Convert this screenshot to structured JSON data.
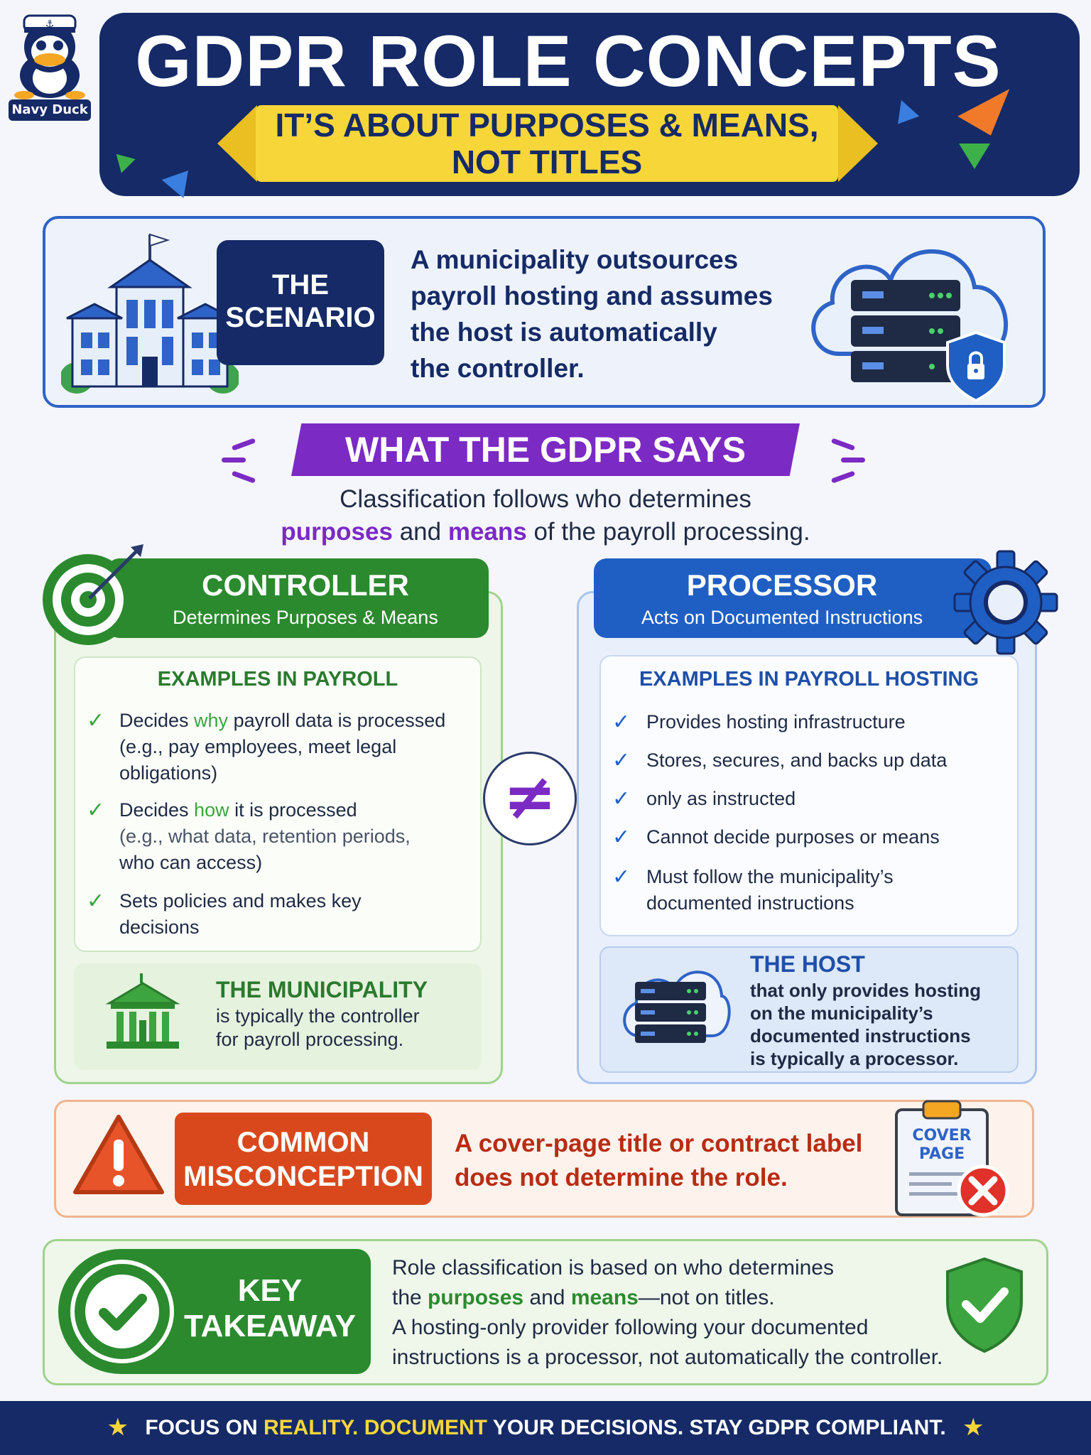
{
  "mascot": {
    "caption": "Navy Duck"
  },
  "header": {
    "title": "GDPR ROLE CONCEPTS",
    "subtitle_line1": "IT’S ABOUT PURPOSES & MEANS,",
    "subtitle_line2": "NOT TITLES"
  },
  "scenario": {
    "label_line1": "THE",
    "label_line2": "SCENARIO",
    "text_lines": [
      "A municipality outsources",
      "payroll hosting and assumes",
      "the host is automatically",
      "the controller."
    ]
  },
  "gdpr_says": {
    "title": "WHAT THE GDPR SAYS",
    "line1": "Classification follows who determines",
    "line2_word1": "purposes",
    "line2_mid": " and ",
    "line2_word2": "means",
    "line2_end": " of the payroll processing."
  },
  "controller": {
    "title": "CONTROLLER",
    "subtitle": "Determines Purposes & Means",
    "examples_title": "EXAMPLES IN PAYROLL",
    "item1_pre": "Decides ",
    "item1_word": "why",
    "item1_post": " payroll data is processed",
    "item1_line2": "(e.g., pay employees, meet legal",
    "item1_line3": "obligations)",
    "item2_pre": "Decides ",
    "item2_word": "how",
    "item2_post": " it is processed",
    "item2_line2": "(e.g., what data, retention periods,",
    "item2_line3": "who can access)",
    "item3_line1": "Sets policies and makes key",
    "item3_line2": "decisions",
    "municipality_title": "THE MUNICIPALITY",
    "municipality_line1": "is typically the controller",
    "municipality_line2": "for payroll processing."
  },
  "not_equal_symbol": "≠",
  "processor": {
    "title": "PROCESSOR",
    "subtitle": "Acts on Documented Instructions",
    "examples_title": "EXAMPLES IN PAYROLL HOSTING",
    "items": [
      "Provides hosting infrastructure",
      "Stores, secures, and backs up data",
      "only as instructed",
      "Cannot decide purposes or means"
    ],
    "item5_line1": "Must follow the municipality’s",
    "item5_line2": "documented instructions",
    "host_title": "THE HOST",
    "host_lines": [
      "that only provides hosting",
      "on the municipality’s",
      "documented instructions",
      "is typically a processor."
    ]
  },
  "misconception": {
    "label_line1": "COMMON",
    "label_line2": "MISCONCEPTION",
    "text_line1": "A cover-page title or contract label",
    "text_line2": "does not determine the role.",
    "clipboard_line1": "COVER",
    "clipboard_line2": "PAGE"
  },
  "takeaway": {
    "label_line1": "KEY",
    "label_line2": "TAKEAWAY",
    "line1": "Role classification is based on who determines",
    "line2_pre": "the ",
    "line2_word1": "purposes",
    "line2_mid": " and ",
    "line2_word2": "means",
    "line2_post": "—not on titles.",
    "line3": "A hosting-only provider following your documented",
    "line4": "instructions is a processor, not automatically the controller."
  },
  "footer": {
    "part1": "FOCUS ON ",
    "part2": "REALITY.",
    "part3": " ",
    "part4": "DOCUMENT",
    "part5": " YOUR DECISIONS. STAY GDPR COMPLIANT.",
    "star": "★"
  },
  "colors": {
    "navy": "#152a66",
    "yellow": "#f7d63a",
    "purple": "#7b2ac4",
    "green": "#2b8a2e",
    "blue": "#1f5fc4",
    "orange_red": "#d9481c"
  }
}
